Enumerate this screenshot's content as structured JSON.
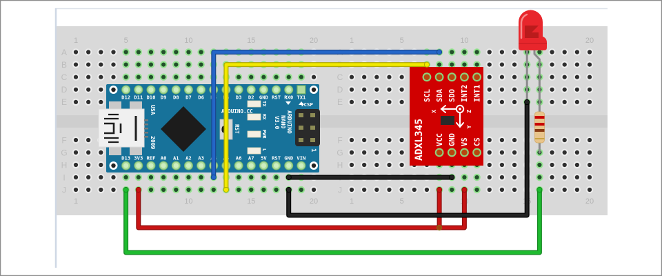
{
  "breadboard": {
    "rows_top": [
      "A",
      "B",
      "C",
      "D",
      "E"
    ],
    "rows_bottom": [
      "F",
      "G",
      "H",
      "I",
      "J"
    ],
    "column_numbers": [
      1,
      5,
      10,
      15,
      20
    ],
    "columns_per_half": 20,
    "connected_columns": {
      "left_top": [
        5,
        6,
        7,
        8,
        9,
        10,
        11,
        12,
        13,
        14,
        15,
        16,
        17,
        18,
        19
      ],
      "left_bottom": [
        5,
        6,
        7,
        8,
        9,
        10,
        11,
        12,
        13,
        14,
        15,
        16,
        17,
        18,
        19
      ],
      "right_top": [
        7,
        8,
        9,
        10,
        11,
        15,
        16
      ],
      "right_bottom": [
        8,
        9,
        10,
        11,
        16
      ]
    }
  },
  "arduino_nano": {
    "top_pins": [
      "D12",
      "D11",
      "D10",
      "D9",
      "D8",
      "D7",
      "D6",
      "D5",
      "D4",
      "D3",
      "D2",
      "GND",
      "RST",
      "RX0",
      "TX1"
    ],
    "bottom_pins": [
      "D13",
      "3V3",
      "REF",
      "A0",
      "A1",
      "A2",
      "A3",
      "A4",
      "A5",
      "A6",
      "A7",
      "5V",
      "RST",
      "GND",
      "VIN"
    ],
    "country": "USA",
    "year": "2009",
    "site": "ARDUINO.CC",
    "reset_label": "RST",
    "led_labels": [
      "TX",
      "RX",
      "PWR",
      "L"
    ],
    "model_lines": [
      "ARDUINO",
      "NANO",
      "V3.0"
    ],
    "header_label": "ICSP",
    "header_pin1": "1",
    "board_color": "#17729a"
  },
  "adxl345": {
    "name": "ADXL345",
    "top_pins": [
      "SCL",
      "SDA",
      "SDO",
      "INT2",
      "INT1"
    ],
    "bottom_pins": [
      "VCC",
      "GND",
      "VS",
      "CS"
    ],
    "axes": {
      "x": "X",
      "y": "Y",
      "z": "Z"
    },
    "board_color": "#d00000"
  },
  "led": {
    "color": "#e8262c"
  },
  "resistor": {
    "bands": [
      "#c80000",
      "#c80000",
      "#8a3b12",
      "#c9a240"
    ]
  },
  "wires": [
    {
      "id": "yellow",
      "color": "#f2ea00",
      "from": "L-J13 (A5)",
      "to": "R-B7 (SCL)"
    },
    {
      "id": "blue",
      "color": "#2466c8",
      "from": "L-I12 (A4)",
      "to": "R-A8 (SDA)"
    },
    {
      "id": "red-1",
      "color": "#c81414",
      "from": "L-J6 (3V3)",
      "to": "R-J10 (VS)"
    },
    {
      "id": "red-2",
      "color": "#c81414",
      "from": "R-J8 (VCC)",
      "to": "red-1"
    },
    {
      "id": "green",
      "color": "#1fbb30",
      "from": "L-J5 (D13)",
      "to": "R-J16 (resistor)"
    },
    {
      "id": "black-1",
      "color": "#222222",
      "from": "L-I18 (GND)",
      "to": "R-I9 (GND)"
    },
    {
      "id": "black-2",
      "color": "#222222",
      "from": "L-J18 (GND)",
      "to": "R-E15 (LED cathode)"
    }
  ]
}
